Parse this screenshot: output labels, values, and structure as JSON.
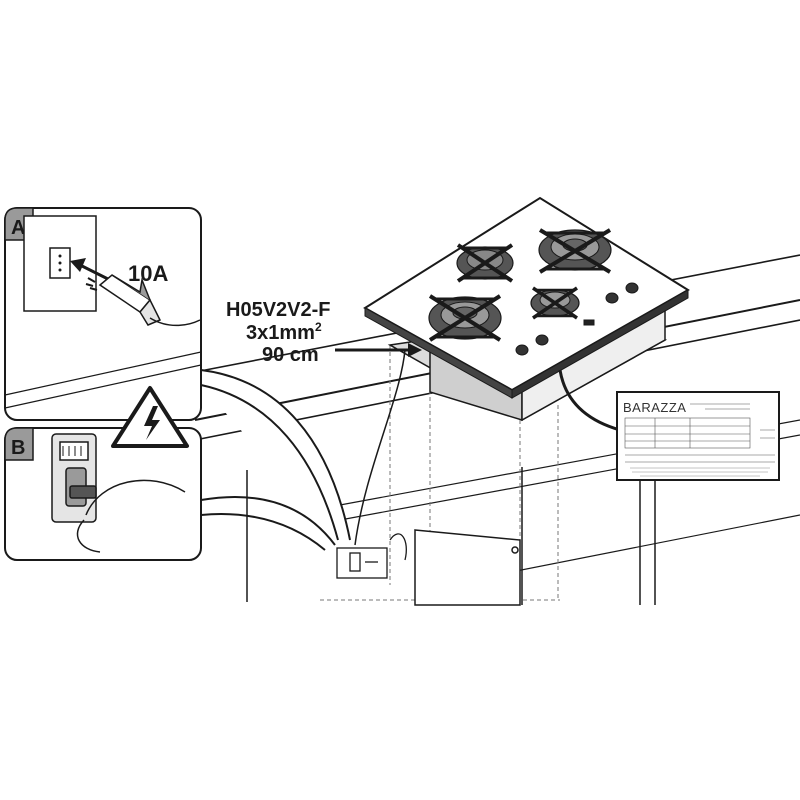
{
  "panel_a": {
    "letter": "A",
    "rating": "10A"
  },
  "panel_b": {
    "letter": "B"
  },
  "cable": {
    "type": "H05V2V2-F",
    "section": "3x1mm",
    "section_sup": "2",
    "length": "90 cm"
  },
  "rating_plate": {
    "brand": "BARAZZA"
  },
  "colors": {
    "line": "#1a1a1a",
    "panel_header": "#9a9a9a",
    "fill_grey": "#d9d9d9"
  },
  "icons": {
    "warning": "high-voltage-warning-icon"
  }
}
